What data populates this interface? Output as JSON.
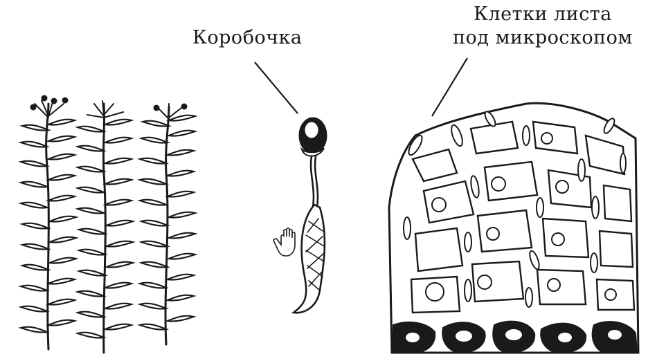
{
  "labels": {
    "capsule": "Коробочка",
    "cells_line1": "Клетки листа",
    "cells_line2": "под микроскопом"
  },
  "icons": {
    "cursor": "hand-pointer-icon"
  },
  "colors": {
    "ink": "#1a1a1a",
    "background": "#ffffff"
  }
}
